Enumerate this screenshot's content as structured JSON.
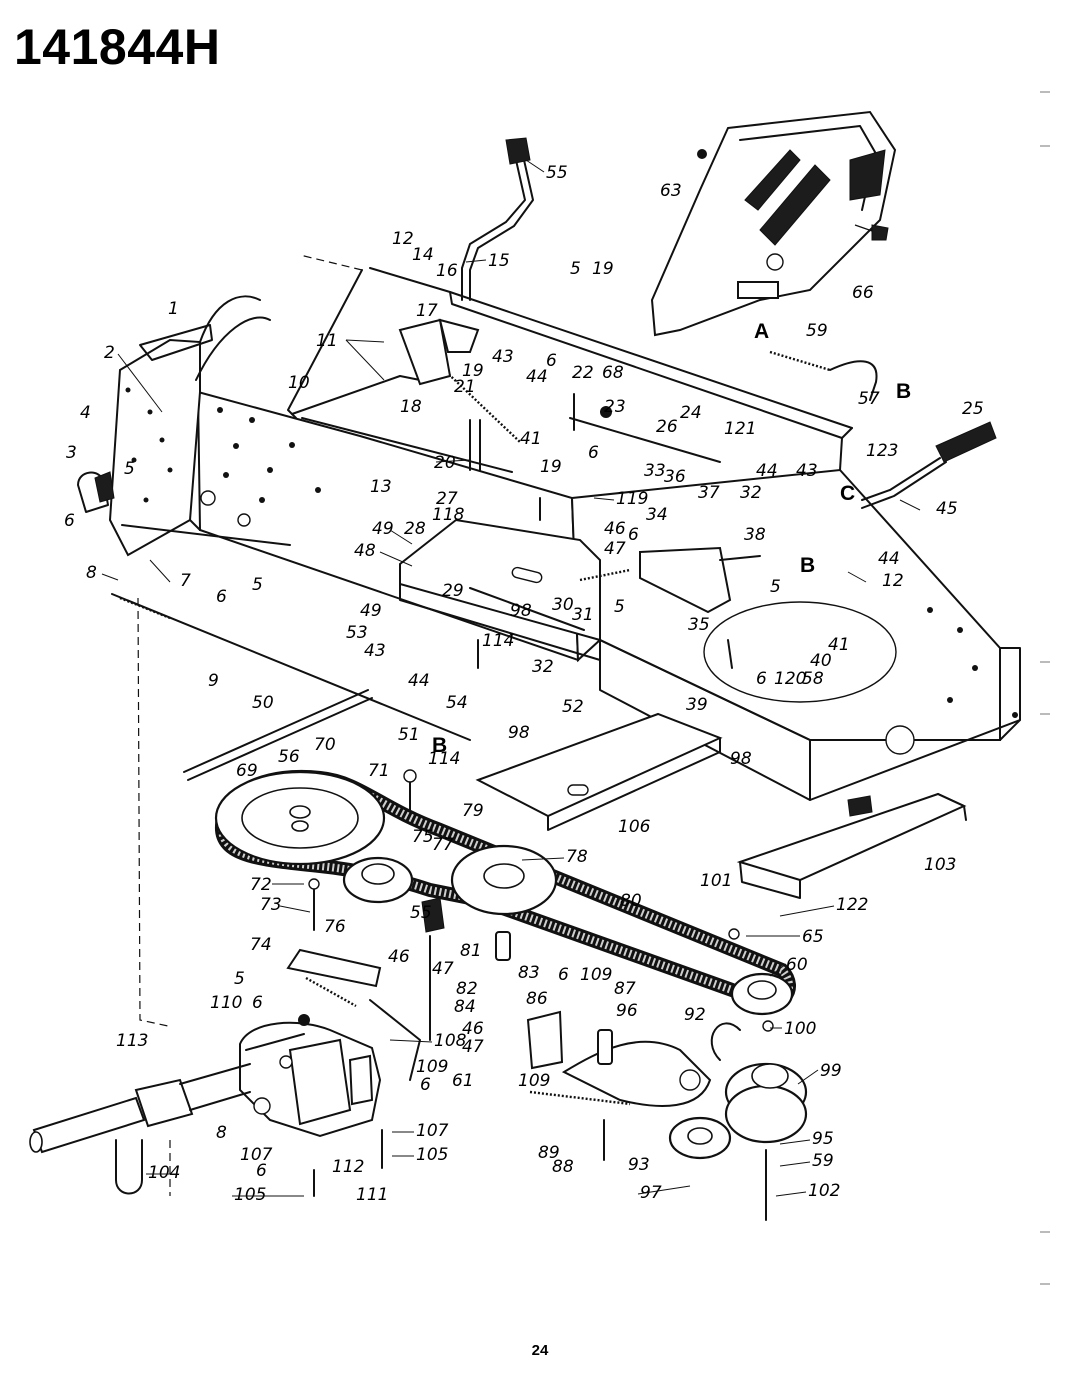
{
  "document": {
    "model_number": "141844H",
    "page_number": "24"
  },
  "callouts": [
    "1",
    "2",
    "3",
    "4",
    "5",
    "6",
    "7",
    "8",
    "9",
    "10",
    "11",
    "12",
    "13",
    "14",
    "15",
    "16",
    "17",
    "18",
    "19",
    "20",
    "21",
    "22",
    "23",
    "24",
    "25",
    "26",
    "27",
    "28",
    "29",
    "30",
    "31",
    "32",
    "33",
    "34",
    "35",
    "36",
    "37",
    "38",
    "39",
    "40",
    "41",
    "43",
    "44",
    "45",
    "46",
    "47",
    "48",
    "49",
    "50",
    "51",
    "52",
    "53",
    "54",
    "55",
    "56",
    "57",
    "58",
    "59",
    "60",
    "61",
    "63",
    "65",
    "66",
    "68",
    "69",
    "70",
    "71",
    "72",
    "73",
    "74",
    "75",
    "76",
    "77",
    "78",
    "79",
    "80",
    "81",
    "82",
    "83",
    "84",
    "86",
    "87",
    "88",
    "89",
    "92",
    "93",
    "95",
    "96",
    "97",
    "98",
    "99",
    "100",
    "101",
    "102",
    "103",
    "104",
    "105",
    "106",
    "107",
    "108",
    "109",
    "110",
    "111",
    "112",
    "113",
    "114",
    "118",
    "119",
    "120",
    "121",
    "122",
    "123"
  ],
  "callout_positions": {
    "55": "55",
    "63": "63",
    "66": "66",
    "12": "12",
    "14": "14",
    "16": "16",
    "15": "15",
    "5": "5",
    "19": "19",
    "1": "1",
    "17": "17",
    "11": "11",
    "2": "2",
    "43": "43",
    "6": "6",
    "22": "22",
    "68": "68",
    "59": "59",
    "10": "10",
    "21": "21",
    "18": "18",
    "44": "44",
    "57": "57",
    "4": "4",
    "23": "23",
    "24": "24",
    "26": "26",
    "121": "121",
    "25": "25",
    "3": "3",
    "20": "20",
    "41": "41",
    "123": "123",
    "13": "13",
    "33": "33",
    "36": "36",
    "37": "37",
    "32": "32",
    "27": "27",
    "119": "119",
    "118": "118",
    "45": "45",
    "49": "49",
    "28": "28",
    "46": "46",
    "47": "47",
    "34": "34",
    "38": "38",
    "48": "48",
    "7": "7",
    "8": "8",
    "29": "29",
    "98": "98",
    "30": "30",
    "31": "31",
    "35": "35",
    "53": "53",
    "114": "114",
    "40": "40",
    "9": "9",
    "120": "120",
    "58": "58",
    "39": "39",
    "50": "50",
    "54": "54",
    "52": "52",
    "51": "51",
    "70": "70",
    "69": "69",
    "56": "56",
    "71": "71",
    "79": "79",
    "106": "106",
    "103": "103",
    "75": "75",
    "77": "77",
    "78": "78",
    "72": "72",
    "101": "101",
    "80": "80",
    "122": "122",
    "73": "73",
    "65": "65",
    "76": "76",
    "74": "74",
    "81": "81",
    "60": "60",
    "83": "83",
    "82": "82",
    "109": "109",
    "87": "87",
    "84": "84",
    "86": "86",
    "110": "110",
    "100": "100",
    "92": "92",
    "96": "96",
    "113": "113",
    "108": "108",
    "99": "99",
    "61": "61",
    "107": "107",
    "95": "95",
    "89": "89",
    "88": "88",
    "105": "105",
    "112": "112",
    "93": "93",
    "104": "104",
    "111": "111",
    "97": "97",
    "102": "102"
  },
  "reference_letters": {
    "A": "A",
    "B": "B",
    "C": "C"
  }
}
